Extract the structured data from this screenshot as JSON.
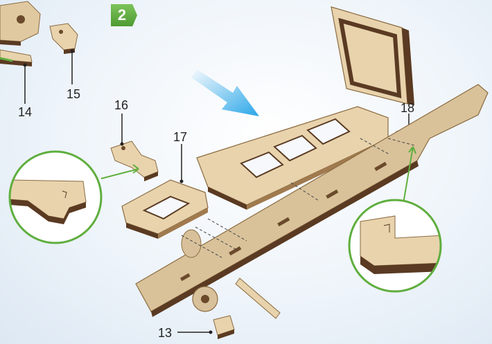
{
  "step_number": "2",
  "part_labels": {
    "p13": "13",
    "p14": "14",
    "p15": "15",
    "p16": "16",
    "p17": "17",
    "p18": "18"
  },
  "colors": {
    "wood": "#e8d3ad",
    "wood_edge": "#b89565",
    "wood_dark": "#5a3a22",
    "accent_green": "#5fae3e",
    "arrow_blue": "#29a6e8"
  }
}
